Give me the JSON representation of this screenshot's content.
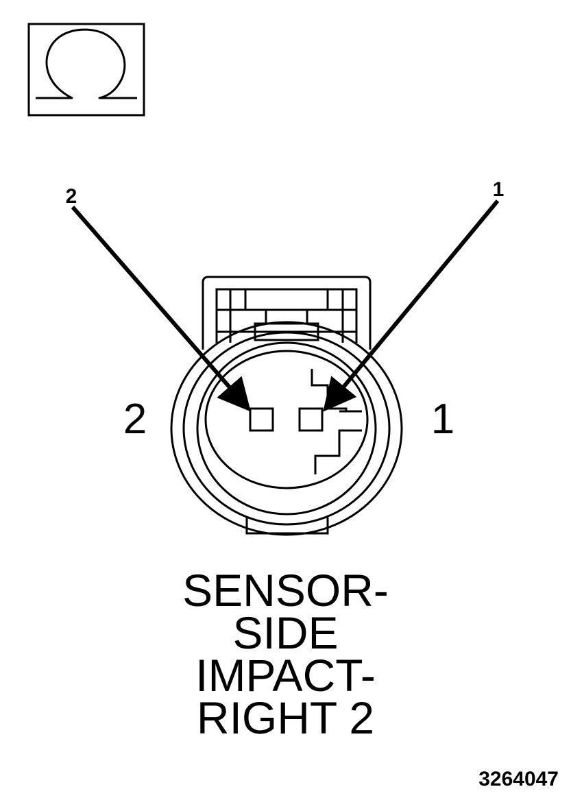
{
  "icon": {
    "name": "ohm-symbol-icon"
  },
  "pins": {
    "left_callout": "2",
    "right_callout": "1",
    "left_side_label": "2",
    "right_side_label": "1"
  },
  "caption": {
    "line1": "SENSOR-",
    "line2": "SIDE",
    "line3": "IMPACT-",
    "line4": "RIGHT 2"
  },
  "figure_number": "3264047",
  "colors": {
    "stroke": "#000000",
    "background": "#ffffff"
  }
}
